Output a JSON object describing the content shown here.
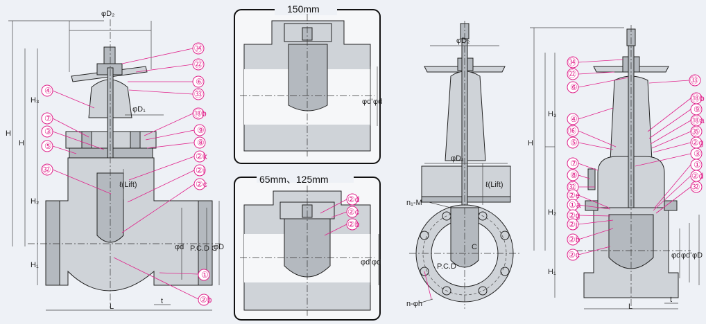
{
  "left_view": {
    "dims": {
      "phi_d2": "φD₂",
      "phi_d1": "φD₁",
      "h": "H",
      "h3": "H₃",
      "h2": "H₂",
      "h1": "H₁",
      "l": "L",
      "t": "t",
      "phi_d": "φd",
      "pcd_c": "P.C.D C",
      "phi_D": "φD",
      "lift": "ℓ(Lift)"
    },
    "callouts": [
      "㉞",
      "㉒",
      "⑥",
      "㉝",
      "⑱b",
      "⑨",
      "⑧",
      "②k",
      "②j",
      "②c",
      "①",
      "②b",
      "④",
      "⑦",
      "③",
      "⑤",
      "㉜"
    ]
  },
  "insets": [
    {
      "title": "150mm",
      "dims": [
        "φd'",
        "φd"
      ]
    },
    {
      "title": "65mm、125mm",
      "dims": [
        "φd'",
        "φd"
      ],
      "callouts": [
        "②d",
        "②c",
        "②b"
      ]
    }
  ],
  "front_view": {
    "dims": [
      "φD₂",
      "φD₁",
      "ℓ(Lift)",
      "n₁-M",
      "C",
      "P.C.D",
      "n-φh"
    ]
  },
  "right_view": {
    "dims": [
      "H",
      "H₃",
      "H₂",
      "H₁",
      "L",
      "t",
      "φd",
      "φd'",
      "φD"
    ],
    "callouts": [
      "㉞",
      "㉒",
      "⑥",
      "④",
      "⑯",
      "⑤",
      "⑦",
      "⑧",
      "㉜",
      "②e",
      "①a",
      "②g",
      "②j",
      "②b",
      "②c",
      "㉝",
      "⑱b",
      "⑨",
      "⑱a",
      "㉟",
      "②g",
      "③",
      "①",
      "②d",
      "㉜"
    ]
  }
}
